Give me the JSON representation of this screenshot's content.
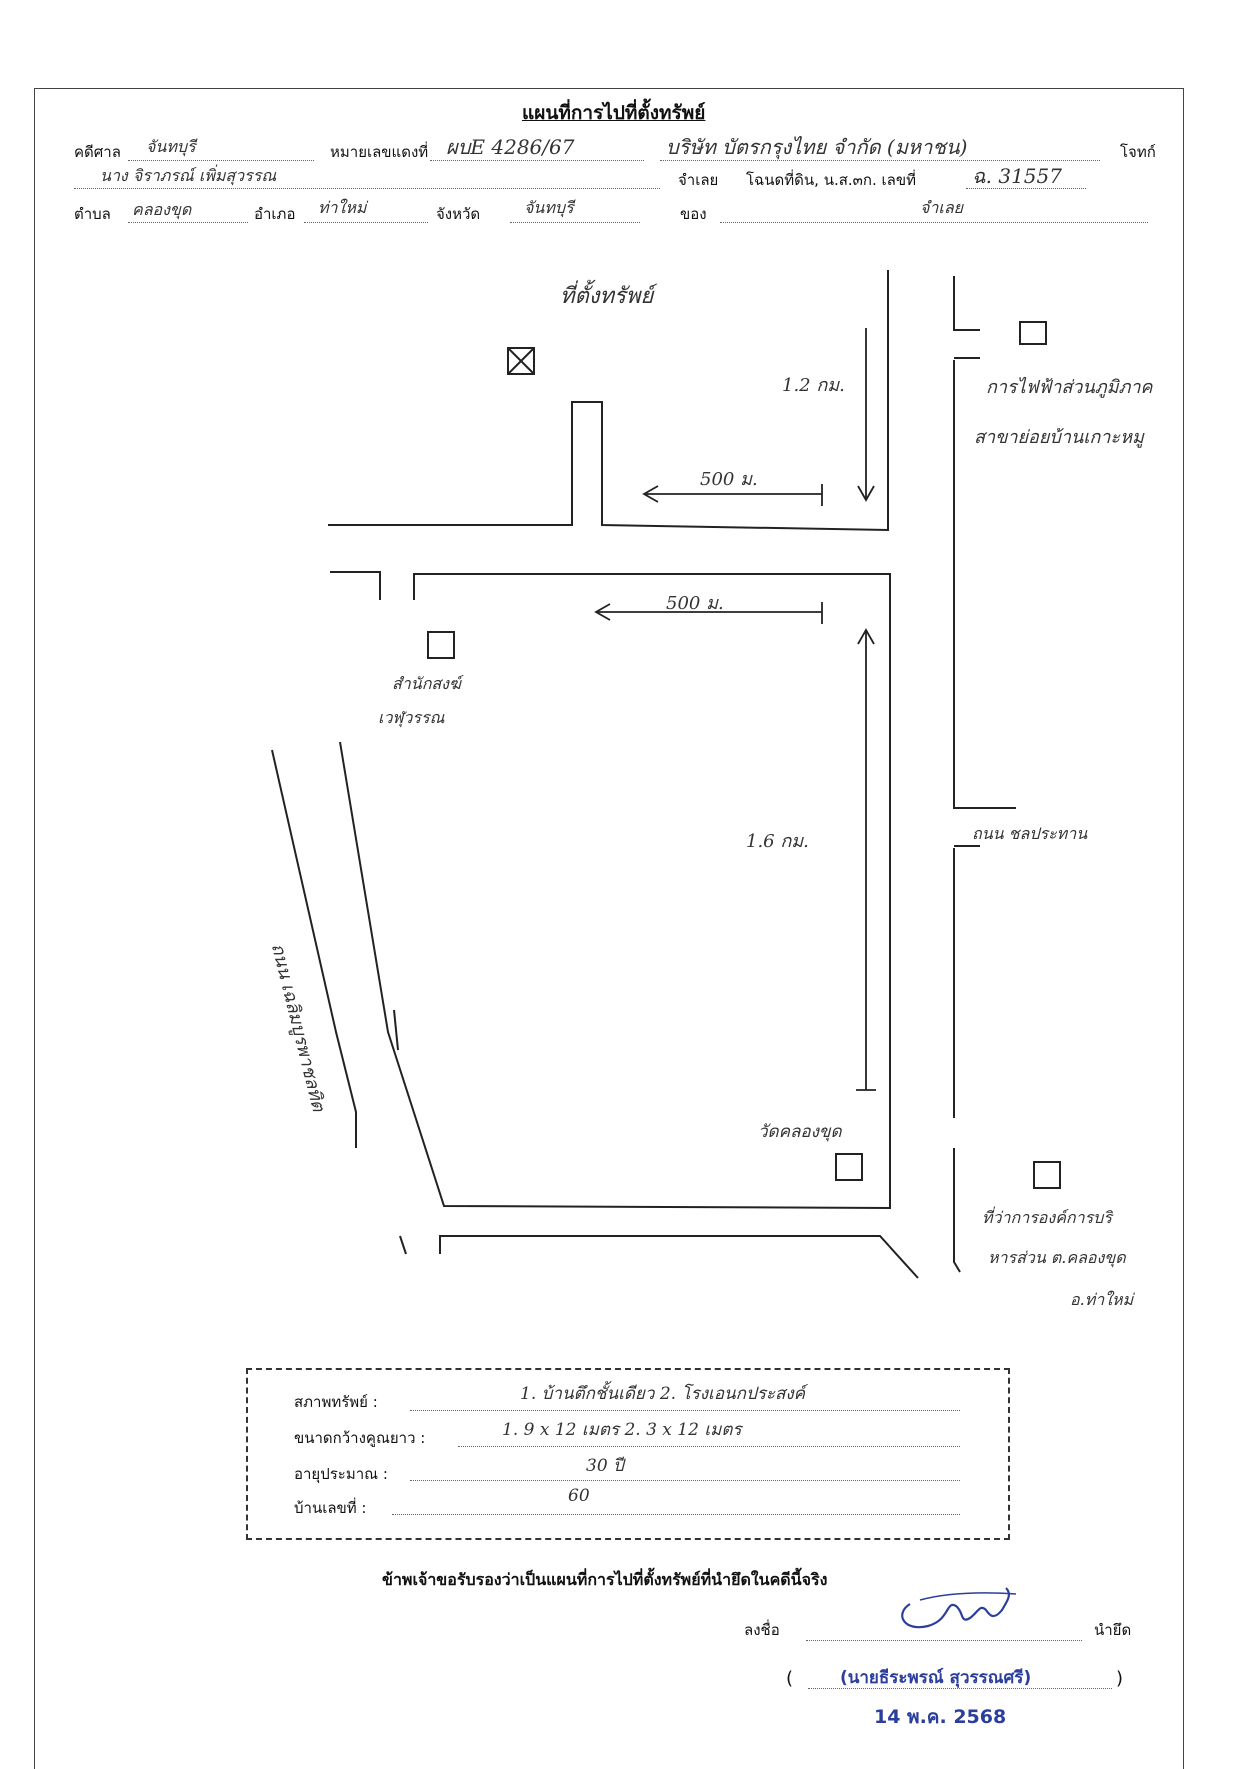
{
  "header": {
    "title": "แผนที่การไปที่ตั้งทรัพย์",
    "court_label": "คดีศาล",
    "court_value": "จันทบุรี",
    "case_no_label": "หมายเลขแดงที่",
    "case_no_value": "ผบE 4286/67",
    "plaintiff_value": "บริษัท บัตรกรุงไทย จำกัด (มหาชน)",
    "plaintiff_label": "โจทก์",
    "defendant_value": "นาง จิราภรณ์ เพิ่มสุวรรณ",
    "defendant_label": "จำเลย",
    "deed_label": "โฉนดที่ดิน, น.ส.๓ก. เลขที่",
    "deed_value": "ฉ. 31557",
    "subdistrict_label": "ตำบล",
    "subdistrict_value": "คลองขุด",
    "district_label": "อำเภอ",
    "district_value": "ท่าใหม่",
    "province_label": "จังหวัด",
    "province_value": "จันทบุรี",
    "owner_label": "ของ",
    "owner_value": "จำเลย"
  },
  "map": {
    "property_label": "ที่ตั้งทรัพย์",
    "dist_1": "1.2 กม.",
    "dist_2": "500 ม.",
    "dist_3": "500 ม.",
    "dist_4": "1.6 กม.",
    "electricity_line1": "การไฟฟ้าส่วนภูมิภาค",
    "electricity_line2": "สาขาย่อยบ้านเกาะหมู",
    "monastery_line1": "สำนักสงฆ์",
    "monastery_line2": "เวฬุวรรณ",
    "road_right": "ถนน ชลประทาน",
    "road_left": "ถนน เฉลิมบูรพาชลทิต",
    "temple": "วัดคลองขุด",
    "office_line1": "ที่ว่าการองค์การบริ",
    "office_line2": "หารส่วน ต.คลองขุด",
    "office_line3": "อ.ท่าใหม่"
  },
  "property_info": {
    "condition_label": "สภาพทรัพย์ :",
    "condition_value": "1. บ้านตึกชั้นเดียว 2. โรงเอนกประสงค์",
    "size_label": "ขนาดกว้างคูณยาว :",
    "size_value": "1. 9 x 12 เมตร 2. 3 x 12 เมตร",
    "age_label": "อายุประมาณ :",
    "age_value": "30 ปี",
    "house_no_label": "บ้านเลขที่ :",
    "house_no_value": "60"
  },
  "certification": {
    "statement": "ข้าพเจ้าขอรับรองว่าเป็นแผนที่การไปที่ตั้งทรัพย์ที่นำยึดในคดีนี้จริง",
    "sign_label": "ลงชื่อ",
    "role": "นำยึด",
    "open_paren": "(",
    "name": "(นายธีระพรณ์ สุวรรณศรี)",
    "close_paren": ")",
    "date": "14 พ.ค. 2568"
  }
}
